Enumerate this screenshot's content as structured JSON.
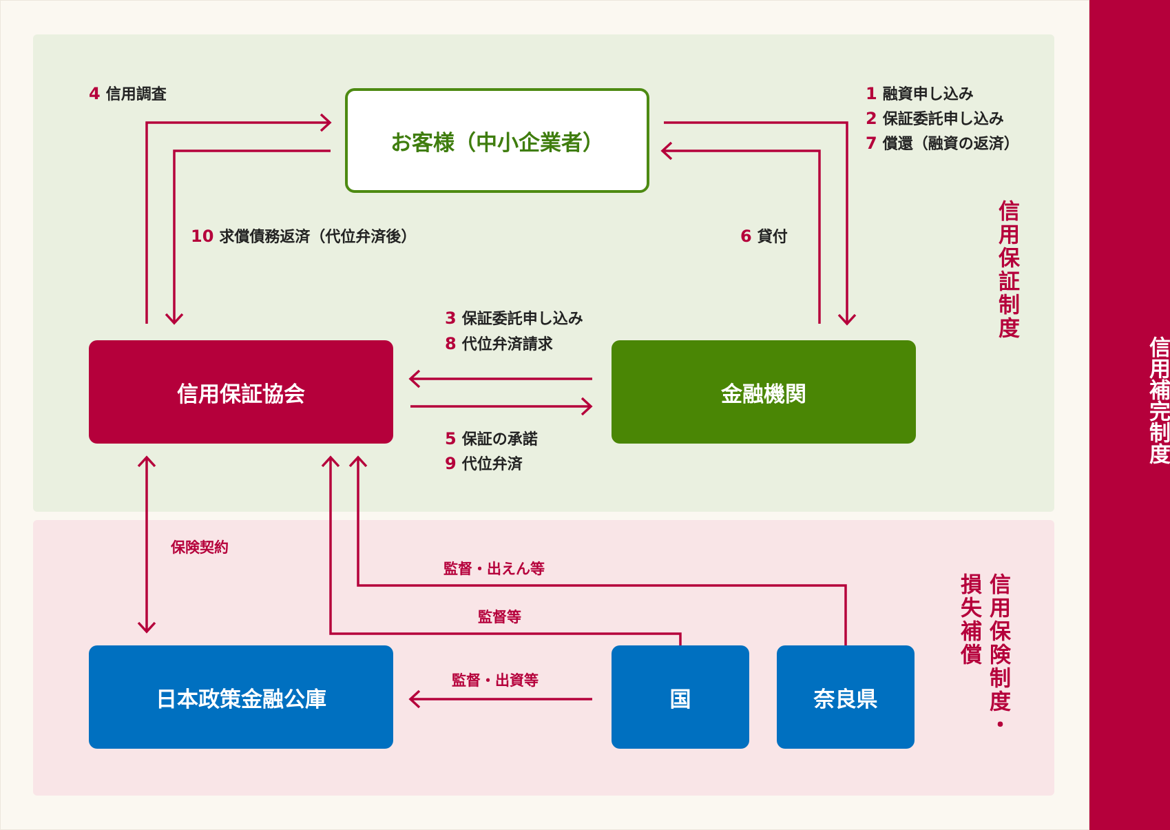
{
  "sidebar": {
    "label": "信用補完制度"
  },
  "labels": {
    "guarantee_system": "信用保証制度",
    "insurance_system_line1": "信用保険制度・",
    "insurance_system_line2": "損失補償"
  },
  "boxes": {
    "customer": "お客様（中小企業者）",
    "kyokai": "信用保証協会",
    "kinyu": "金融機関",
    "koko": "日本政策金融公庫",
    "kuni": "国",
    "nara": "奈良県"
  },
  "flows": {
    "step4": {
      "num": "4",
      "text": "信用調査"
    },
    "step10": {
      "num": "10",
      "text": "求償債務返済（代位弁済後）"
    },
    "step1": {
      "num": "1",
      "text": "融資申し込み"
    },
    "step2": {
      "num": "2",
      "text": "保証委託申し込み"
    },
    "step7": {
      "num": "7",
      "text": "償還（融資の返済）"
    },
    "step6": {
      "num": "6",
      "text": "貸付"
    },
    "step3": {
      "num": "3",
      "text": "保証委託申し込み"
    },
    "step8": {
      "num": "8",
      "text": "代位弁済請求"
    },
    "step5": {
      "num": "5",
      "text": "保証の承諾"
    },
    "step9": {
      "num": "9",
      "text": "代位弁済"
    }
  },
  "relations": {
    "insurance_contract": "保険契約",
    "pref_supervision": "監督・出えん等",
    "state_supervision": "監督等",
    "state_funding": "監督・出資等"
  },
  "colors": {
    "crimson": "#b5003b",
    "green": "#4a8605",
    "blue": "#0070c0",
    "panel_green": "#eaf0e0",
    "panel_pink": "#f9e5e7"
  }
}
